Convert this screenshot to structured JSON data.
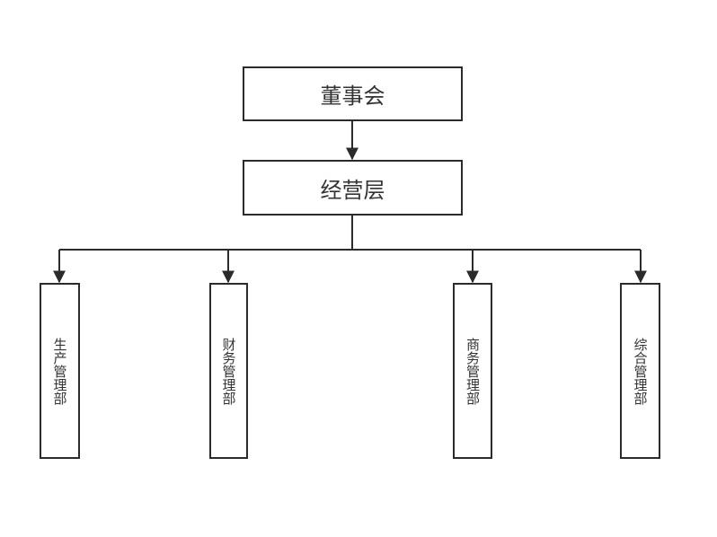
{
  "nodes": {
    "board": "董事会",
    "management": "经营层",
    "departments": [
      {
        "label": "生产管理部"
      },
      {
        "label": "财务管理部"
      },
      {
        "label": "商务管理部"
      },
      {
        "label": "综合管理部"
      }
    ]
  },
  "colors": {
    "stroke": "#2b2b2b",
    "text": "#333333",
    "background": "#ffffff"
  }
}
